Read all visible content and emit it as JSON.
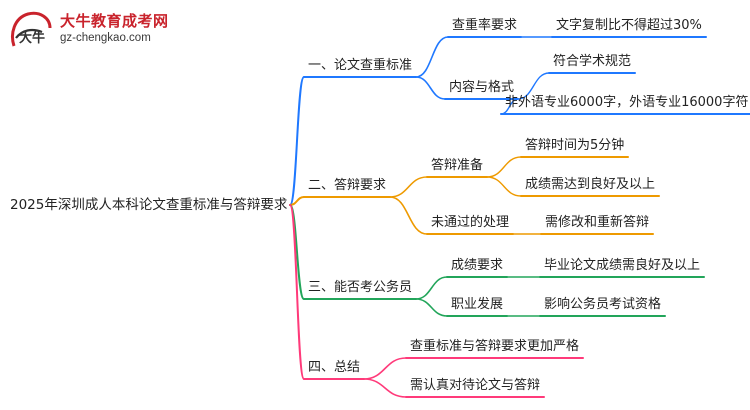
{
  "logo": {
    "title": "大牛教育成考网",
    "url": "gz-chengkao.com",
    "badge_text": "大牛"
  },
  "root": "2025年深圳成人本科论文查重标准与答辩要求",
  "branches": [
    {
      "label": "一、论文查重标准",
      "color": "#1f78ff",
      "children": [
        {
          "label": "查重率要求",
          "leaves": [
            "文字复制比不得超过30%"
          ]
        },
        {
          "label": "内容与格式",
          "leaves": [
            "符合学术规范",
            "非外语专业6000字，外语专业16000字符"
          ]
        }
      ]
    },
    {
      "label": "二、答辩要求",
      "color": "#ee9a00",
      "children": [
        {
          "label": "答辩准备",
          "leaves": [
            "答辩时间为5分钟",
            "成绩需达到良好及以上"
          ]
        },
        {
          "label": "未通过的处理",
          "leaves": [
            "需修改和重新答辩"
          ]
        }
      ]
    },
    {
      "label": "三、能否考公务员",
      "color": "#22a55a",
      "children": [
        {
          "label": "成绩要求",
          "leaves": [
            "毕业论文成绩需良好及以上"
          ]
        },
        {
          "label": "职业发展",
          "leaves": [
            "影响公务员考试资格"
          ]
        }
      ]
    },
    {
      "label": "四、总结",
      "color": "#ff3a7a",
      "children": [
        {
          "label": "查重标准与答辩要求更加严格",
          "leaves": []
        },
        {
          "label": "需认真对待论文与答辩",
          "leaves": []
        }
      ]
    }
  ]
}
